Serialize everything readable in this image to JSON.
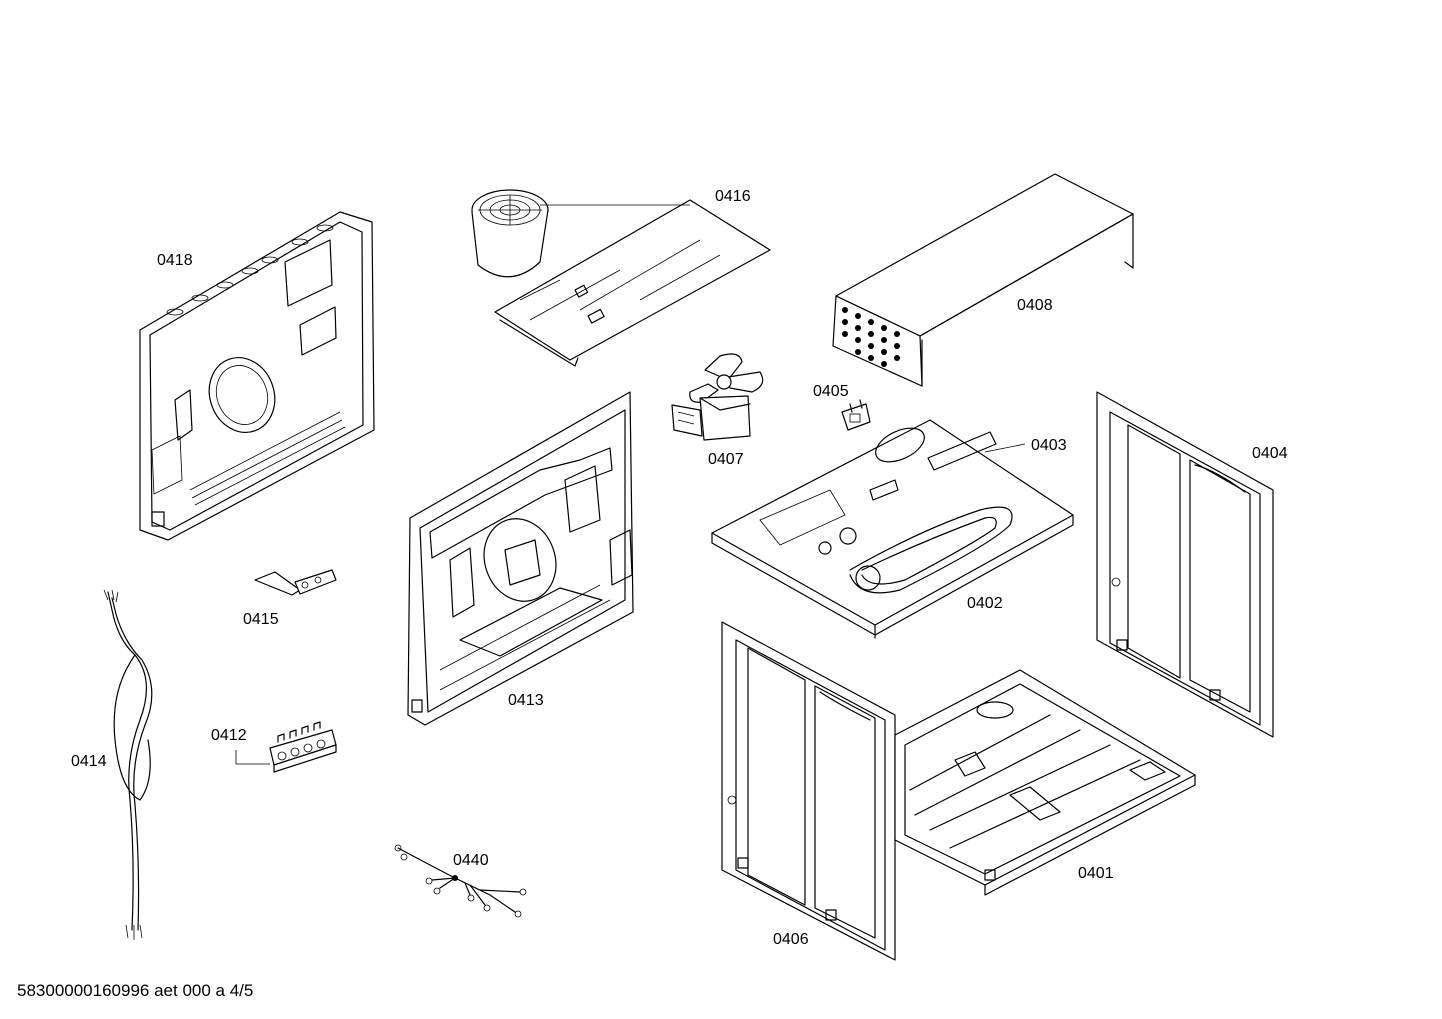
{
  "parts": {
    "p0401": "0401",
    "p0402": "0402",
    "p0403": "0403",
    "p0404": "0404",
    "p0405": "0405",
    "p0406": "0406",
    "p0407": "0407",
    "p0408": "0408",
    "p0412": "0412",
    "p0413": "0413",
    "p0414": "0414",
    "p0415": "0415",
    "p0416": "0416",
    "p0418": "0418",
    "p0440": "0440"
  },
  "footer": {
    "doc_id": "58300000160996 aet 000 a 4/5"
  }
}
